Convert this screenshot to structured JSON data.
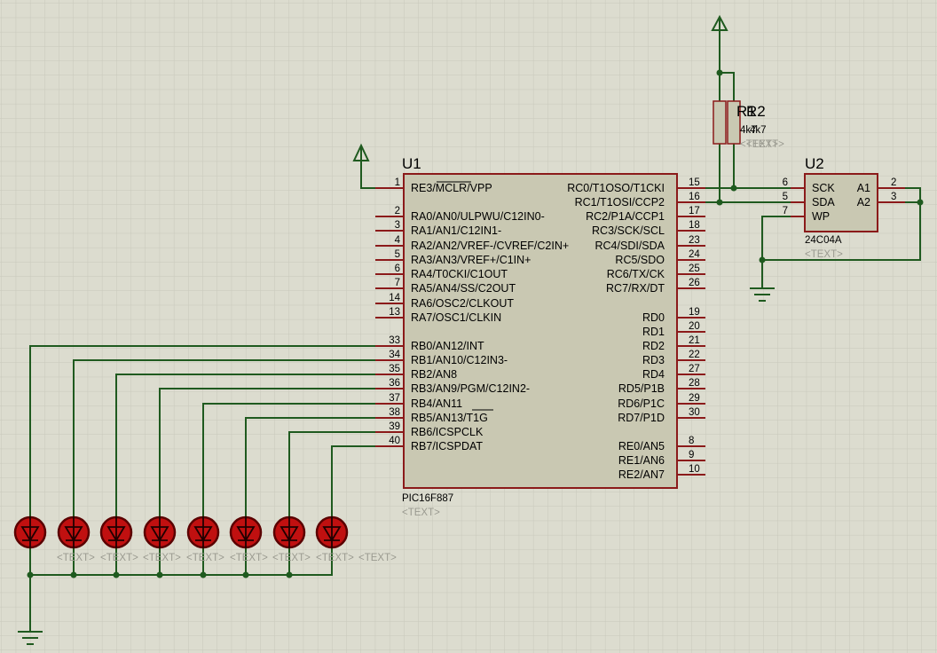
{
  "u1": {
    "ref": "U1",
    "part": "PIC16F887",
    "text": "<TEXT>",
    "left_pins": [
      {
        "num": "1",
        "label": "RE3/MCLR/VPP"
      },
      {
        "num": "2",
        "label": "RA0/AN0/ULPWU/C12IN0-"
      },
      {
        "num": "3",
        "label": "RA1/AN1/C12IN1-"
      },
      {
        "num": "4",
        "label": "RA2/AN2/VREF-/CVREF/C2IN+"
      },
      {
        "num": "5",
        "label": "RA3/AN3/VREF+/C1IN+"
      },
      {
        "num": "6",
        "label": "RA4/T0CKI/C1OUT"
      },
      {
        "num": "7",
        "label": "RA5/AN4/SS/C2OUT"
      },
      {
        "num": "14",
        "label": "RA6/OSC2/CLKOUT"
      },
      {
        "num": "13",
        "label": "RA7/OSC1/CLKIN"
      },
      {
        "num": "33",
        "label": "RB0/AN12/INT"
      },
      {
        "num": "34",
        "label": "RB1/AN10/C12IN3-"
      },
      {
        "num": "35",
        "label": "RB2/AN8"
      },
      {
        "num": "36",
        "label": "RB3/AN9/PGM/C12IN2-"
      },
      {
        "num": "37",
        "label": "RB4/AN11"
      },
      {
        "num": "38",
        "label": "RB5/AN13/T1G"
      },
      {
        "num": "39",
        "label": "RB6/ICSPCLK"
      },
      {
        "num": "40",
        "label": "RB7/ICSPDAT"
      }
    ],
    "right_pins": [
      {
        "num": "15",
        "label": "RC0/T1OSO/T1CKI"
      },
      {
        "num": "16",
        "label": "RC1/T1OSI/CCP2"
      },
      {
        "num": "17",
        "label": "RC2/P1A/CCP1"
      },
      {
        "num": "18",
        "label": "RC3/SCK/SCL"
      },
      {
        "num": "23",
        "label": "RC4/SDI/SDA"
      },
      {
        "num": "24",
        "label": "RC5/SDO"
      },
      {
        "num": "25",
        "label": "RC6/TX/CK"
      },
      {
        "num": "26",
        "label": "RC7/RX/DT"
      },
      {
        "num": "19",
        "label": "RD0"
      },
      {
        "num": "20",
        "label": "RD1"
      },
      {
        "num": "21",
        "label": "RD2"
      },
      {
        "num": "22",
        "label": "RD3"
      },
      {
        "num": "27",
        "label": "RD4"
      },
      {
        "num": "28",
        "label": "RD5/P1B"
      },
      {
        "num": "29",
        "label": "RD6/P1C"
      },
      {
        "num": "30",
        "label": "RD7/P1D"
      },
      {
        "num": "8",
        "label": "RE0/AN5"
      },
      {
        "num": "9",
        "label": "RE1/AN6"
      },
      {
        "num": "10",
        "label": "RE2/AN7"
      }
    ]
  },
  "u2": {
    "ref": "U2",
    "part": "24C04A",
    "text": "<TEXT>",
    "left_pins": [
      {
        "num": "6",
        "label": "SCK"
      },
      {
        "num": "5",
        "label": "SDA"
      },
      {
        "num": "7",
        "label": "WP"
      }
    ],
    "right_pins": [
      {
        "num": "2",
        "label": "A1"
      },
      {
        "num": "3",
        "label": "A2"
      }
    ]
  },
  "resistors": {
    "r1": {
      "ref": "R1",
      "value": "4k7",
      "text": "<TEXT>"
    },
    "r2": {
      "ref": "R2",
      "value": "4k7",
      "text": "<TEXT>"
    }
  },
  "led_placeholder": "<TEXT>",
  "colors": {
    "background": "#dcdccf",
    "grid": "#c8c8bb",
    "wire": "#1f5a1f",
    "chip_fill": "#c9c8b2",
    "chip_border": "#8b1a1a",
    "pin": "#8b1a1a",
    "led_fill": "#c01010",
    "led_dark": "#5a0000"
  }
}
